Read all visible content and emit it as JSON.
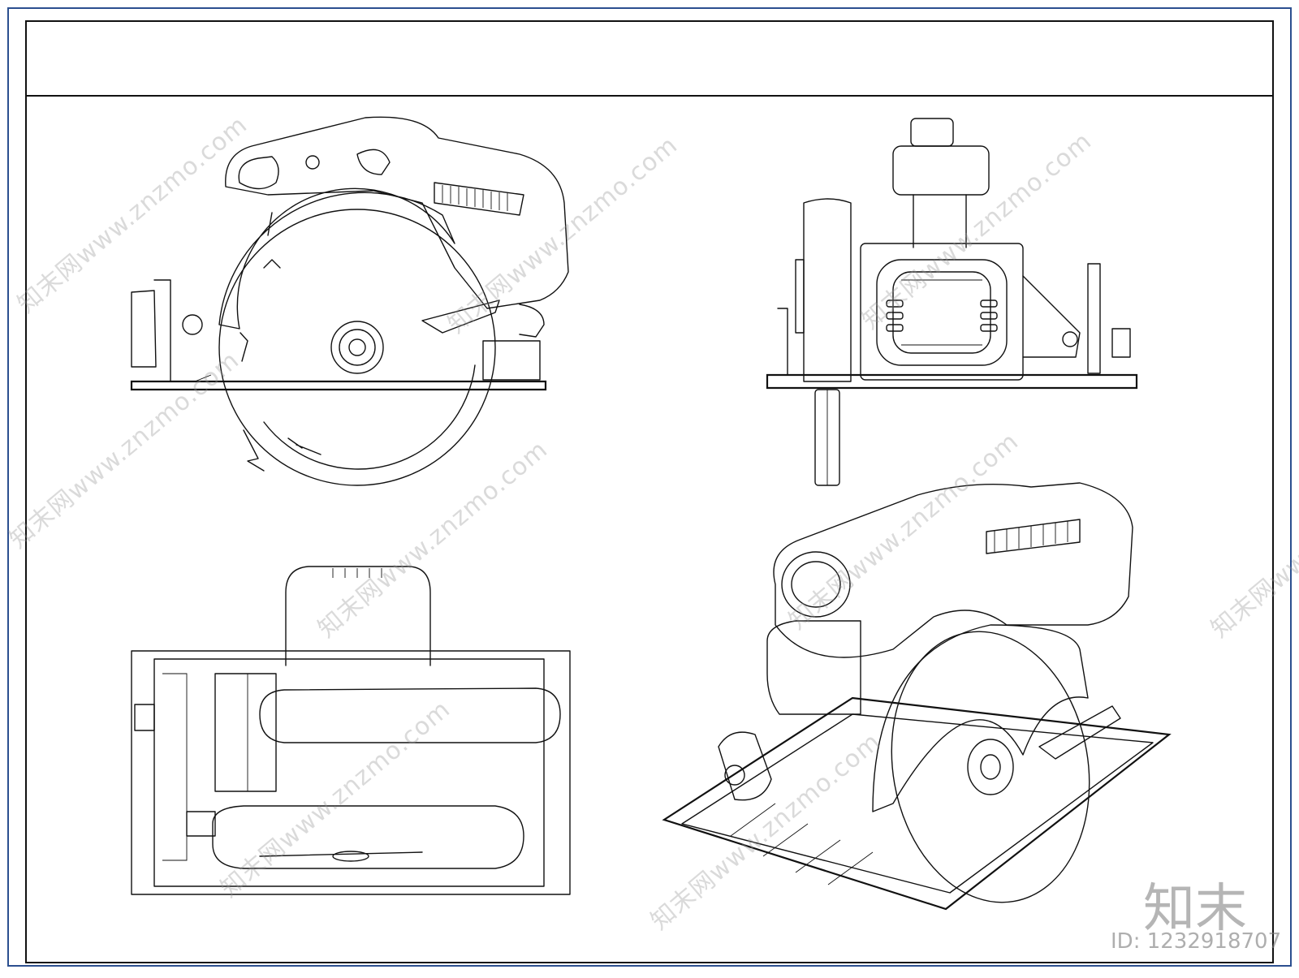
{
  "drawing": {
    "views": [
      {
        "name": "side-view"
      },
      {
        "name": "front-view"
      },
      {
        "name": "top-view"
      },
      {
        "name": "isometric-view"
      }
    ],
    "colors": {
      "line": "#111111",
      "frame_outer": "#2b4f8f",
      "watermark": "#969696"
    }
  },
  "watermarks": [
    {
      "text": "知末网www.znzmo.com"
    },
    {
      "text": "知末网www.znzmo.com"
    },
    {
      "text": "知末网www.znzmo.com"
    },
    {
      "text": "知末网www.znzmo.com"
    },
    {
      "text": "知末网www.znzmo.com"
    },
    {
      "text": "知末网www.znzmo.com"
    },
    {
      "text": "知末网www.znzmo.com"
    },
    {
      "text": "知末网www.znzmo.com"
    },
    {
      "text": "知末网www.znzmo.com"
    }
  ],
  "brand": {
    "text": "知末"
  },
  "id_label": {
    "text": "ID: 1232918707"
  }
}
